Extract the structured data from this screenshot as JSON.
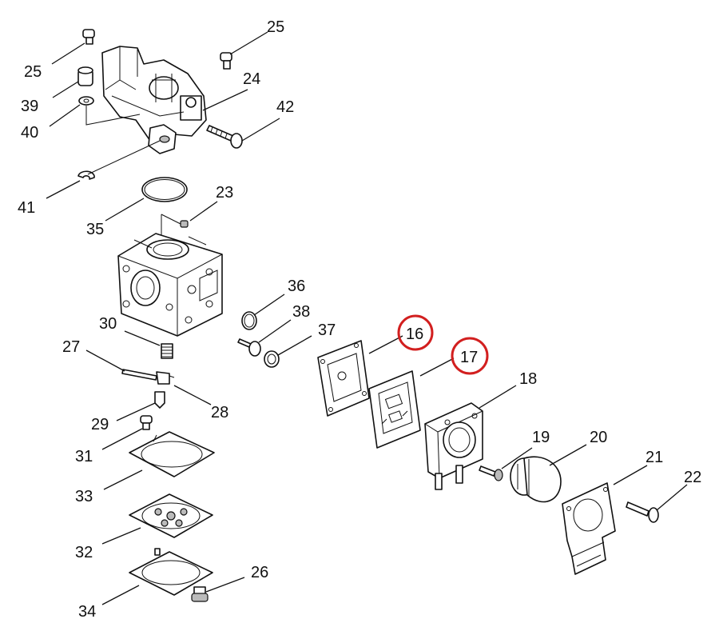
{
  "labels": {
    "l25a": "25",
    "l25b": "25",
    "l24": "24",
    "l39": "39",
    "l40": "40",
    "l42": "42",
    "l41": "41",
    "l35": "35",
    "l23": "23",
    "l36": "36",
    "l38": "38",
    "l37": "37",
    "l30": "30",
    "l27": "27",
    "l28": "28",
    "l29": "29",
    "l31": "31",
    "l16": "16",
    "l17": "17",
    "l18": "18",
    "l19": "19",
    "l20": "20",
    "l21": "21",
    "l22": "22",
    "l33": "33",
    "l32": "32",
    "l34": "34",
    "l26": "26"
  },
  "colors": {
    "line": "#111111",
    "highlight": "#d21f1f",
    "background": "#ffffff"
  }
}
